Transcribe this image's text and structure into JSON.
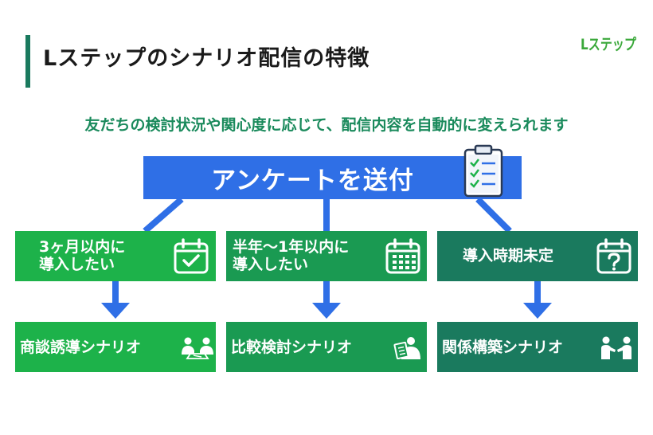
{
  "header": {
    "title": "Lステップのシナリオ配信の特徴",
    "logo_text": "Lステップ"
  },
  "subtitle": "友だちの検討状況や関心度に応じて、配信内容を自動的に変えられます",
  "diagram": {
    "top": {
      "label": "アンケートを送付",
      "icon": "clipboard-check-icon"
    },
    "conditions": [
      {
        "line1": "3ヶ月以内に",
        "line2": "導入したい",
        "icon": "calendar-check-icon"
      },
      {
        "line1": "半年〜1年以内に",
        "line2": "導入したい",
        "icon": "calendar-grid-icon"
      },
      {
        "line1": "導入時期未定",
        "icon": "calendar-question-icon"
      }
    ],
    "scenarios": [
      {
        "label": "商談誘導シナリオ",
        "icon": "meeting-icon"
      },
      {
        "label": "比較検討シナリオ",
        "icon": "person-document-icon"
      },
      {
        "label": "関係構築シナリオ",
        "icon": "handshake-icon"
      }
    ]
  },
  "colors": {
    "accent_blue": "#2f6fe6",
    "green_light": "#1db24a",
    "green_mid": "#1a9a52",
    "green_dark": "#1a7a5e",
    "subtitle_green": "#1a8a5c",
    "logo_green": "#3aa83a"
  }
}
